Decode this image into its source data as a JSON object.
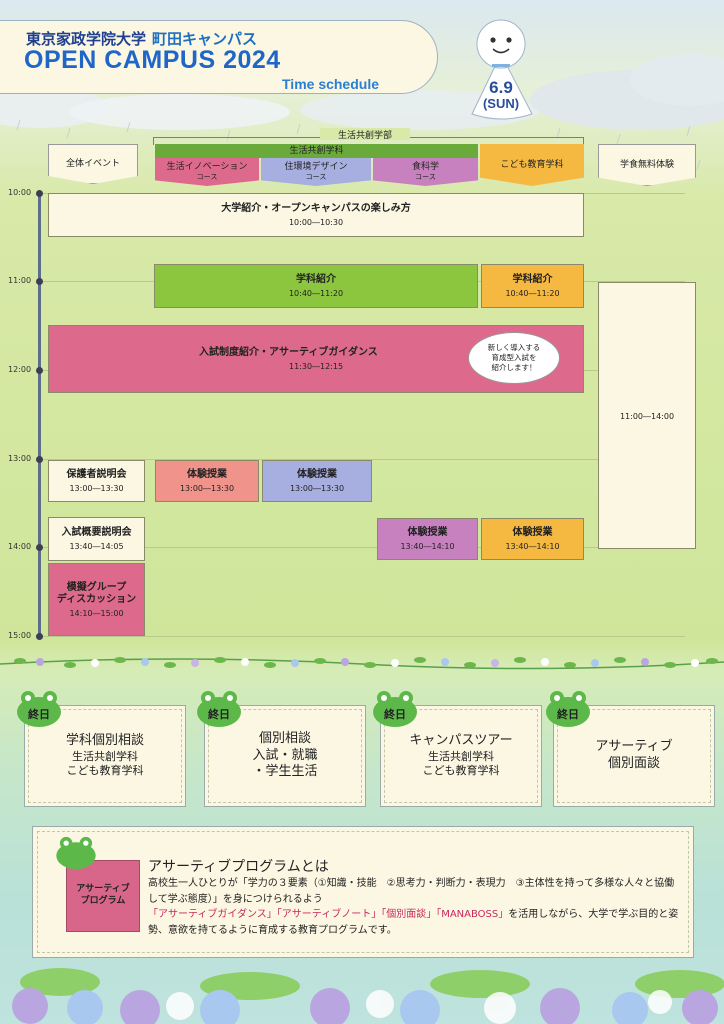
{
  "header": {
    "university": "東京家政学院大学",
    "campus": "町田キャンパス",
    "event_title": "OPEN CAMPUS 2024",
    "subtitle": "Time schedule",
    "date": "6.9",
    "weekday": "(SUN)"
  },
  "columns": {
    "department": "生活共創学部",
    "subdepartment": "生活共創学科",
    "all_events": "全体イベント",
    "course1_line1": "生活イノベーション",
    "course1_line2": "コース",
    "course2_line1": "住環境デザイン",
    "course2_line2": "コース",
    "course3_line1": "食科学",
    "course3_line2": "コース",
    "kodomo": "こども教育学科",
    "cafeteria": "学食無料体験"
  },
  "times": [
    "10:00",
    "11:00",
    "12:00",
    "13:00",
    "14:00",
    "15:00"
  ],
  "blocks": {
    "intro_title": "大学紹介・オープンキャンパスの楽しみ方",
    "intro_time": "10:00―10:30",
    "dept_intro_title": "学科紹介",
    "dept_intro_time": "10:40―11:20",
    "kodomo_intro_title": "学科紹介",
    "kodomo_intro_time": "10:40―11:20",
    "cafeteria_time": "11:00―14:00",
    "admission_title": "入試制度紹介・アサーティブガイダンス",
    "admission_time": "11:30―12:15",
    "bubble_line1": "新しく導入する",
    "bubble_line2": "育成型入試を",
    "bubble_line3": "紹介します！",
    "parents_title": "保護者説明会",
    "parents_time": "13:00―13:30",
    "trial1_title": "体験授業",
    "trial1_time": "13:00―13:30",
    "trial2_title": "体験授業",
    "trial2_time": "13:00―13:30",
    "exam_title": "入試概要説明会",
    "exam_time": "13:40―14:05",
    "trial3_title": "体験授業",
    "trial3_time": "13:40―14:10",
    "trial4_title": "体験授業",
    "trial4_time": "13:40―14:10",
    "group_line1": "模擬グループ",
    "group_line2": "ディスカッション",
    "group_time": "14:10―15:00"
  },
  "cards": [
    {
      "badge": "終日",
      "line1": "学科個別相談",
      "line2": "生活共創学科",
      "line3": "こども教育学科"
    },
    {
      "badge": "終日",
      "line1": "個別相談",
      "line2": "入試・就職",
      "line3": "・学生生活"
    },
    {
      "badge": "終日",
      "line1": "キャンパスツアー",
      "line2": "生活共創学科",
      "line3": "こども教育学科"
    },
    {
      "badge": "終日",
      "line1": "アサーティブ",
      "line2": "個別面談",
      "line3": ""
    }
  ],
  "program": {
    "box_line1": "アサーティブ",
    "box_line2": "プログラム",
    "title": "アサーティブプログラムとは",
    "body_a": "高校生一人ひとりが「学力の３要素（①知識・技能　②思考力・判断力・表現力　③主体性を持って多様な人々と協働して学ぶ態度）」を身につけられるよう",
    "body_pink1": "「アサーティブガイダンス」「アサーティブノート」「個別面談」「MANABOSS」",
    "body_b": "を活用しながら、大学で学ぶ目的と姿勢、意欲を持てるように育成する教育プログラムです。"
  },
  "colors": {
    "green_block": "#8cc63f",
    "orange_block": "#f5b942",
    "pink_block": "#dd6a8c",
    "salmon_block": "#f0938a",
    "lavender_block": "#a7aee0",
    "purple_block": "#c781be",
    "cream": "#fbf7e3"
  }
}
